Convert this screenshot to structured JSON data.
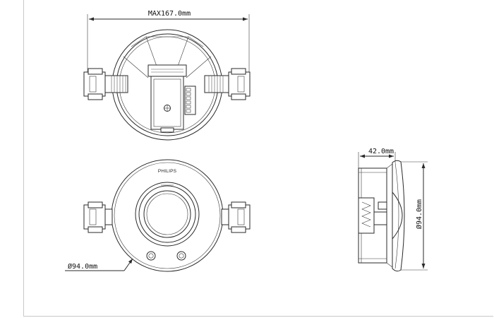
{
  "dimensions": {
    "max_width": "MAX167.0mm",
    "diameter_front": "Ø94.0mm",
    "depth": "42.0mm",
    "diameter_side": "Ø94.0mm"
  },
  "brand_label": "PHILIPS",
  "line_color": "#2a2a2a"
}
